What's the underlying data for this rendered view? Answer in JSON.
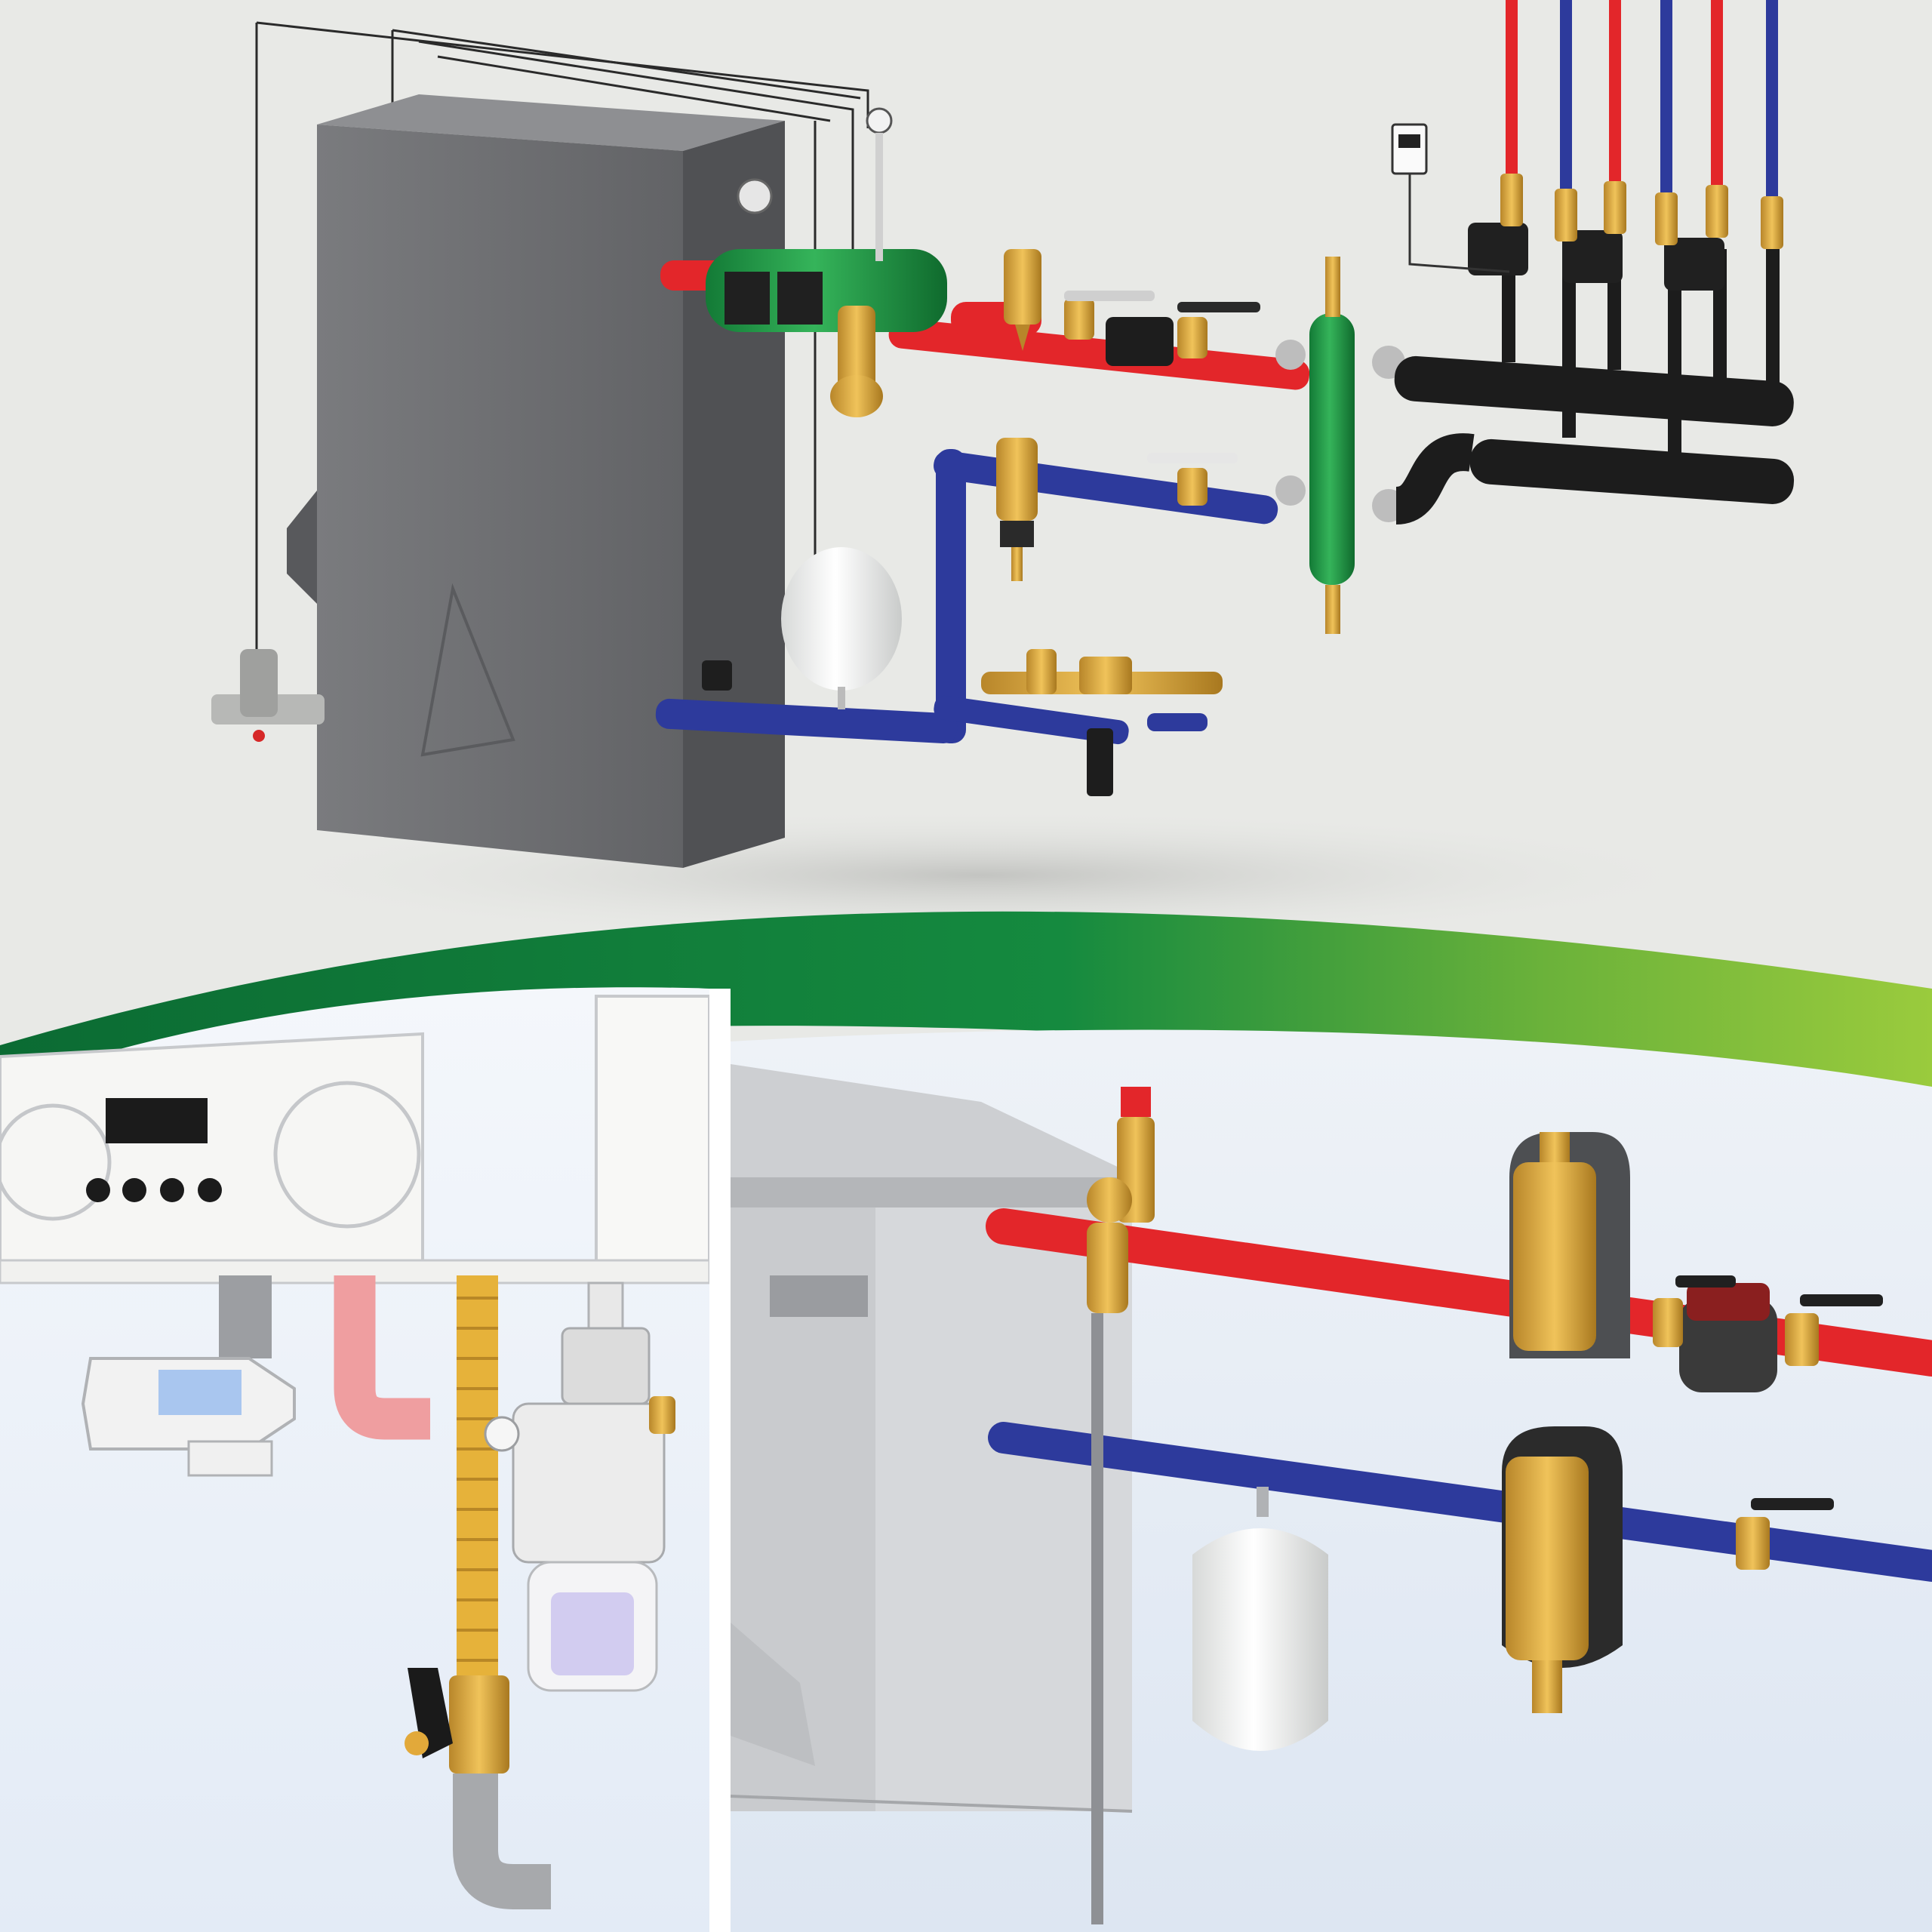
{
  "scene": {
    "top": "boiler-room-hydronic-heating-installation",
    "bottom_left": "wall-boiler-underside-with-magnetic-filter",
    "bottom_right": "floor-boiler-flow-and-return-pipes"
  },
  "colors": {
    "flow_pipe": "#e3262a",
    "return_pipe": "#2d3a9c",
    "brass": "#d6a640",
    "hydraulic_separator": "#1f9b48",
    "wave_dark": "#0b7a3a",
    "wave_light": "#8dc63f",
    "boiler_body": "#6f7073",
    "manifold": "#1c1c1c",
    "expansion_vessel": "#f0f0ee"
  }
}
